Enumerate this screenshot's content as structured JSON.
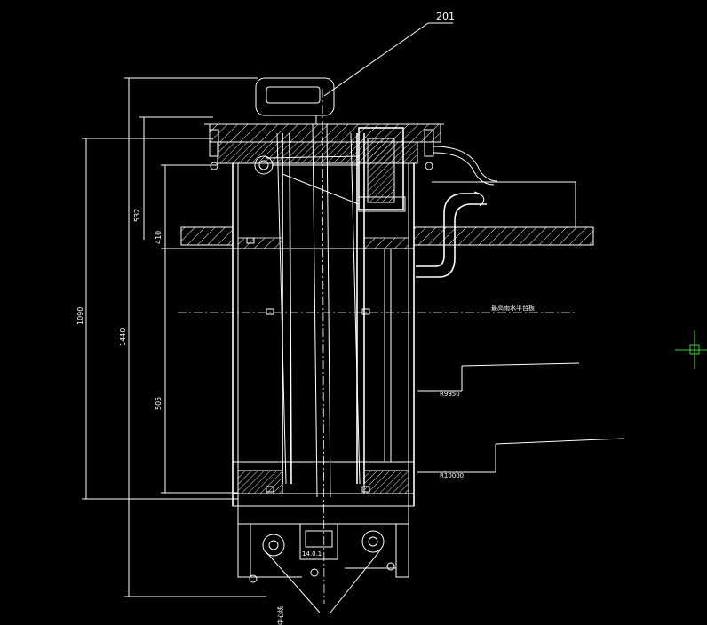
{
  "drawing": {
    "background": "#000000",
    "line_color": "#ffffff",
    "cursor_color": "#3cd23c",
    "callout_label": "201",
    "dimensions": {
      "top_section": "532",
      "mid_section": "410",
      "overall_body": "1090",
      "overall_total": "1440",
      "lower_section": "505",
      "base_offset": "14.0.1"
    },
    "annotations": {
      "water_level_note": "最高雨水平台板",
      "radius_upper": "R9950",
      "radius_lower": "R10000",
      "bottom_note": "中心线"
    },
    "icons": [
      "crosshair-cursor-icon"
    ]
  }
}
